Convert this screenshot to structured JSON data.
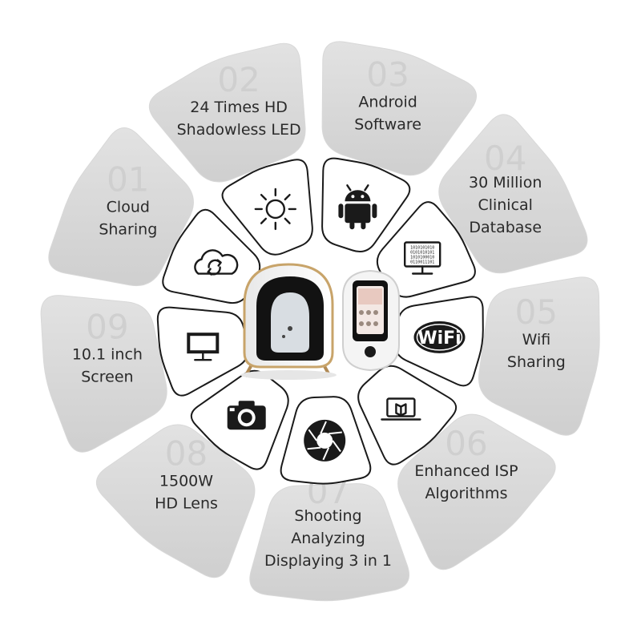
{
  "features": [
    {
      "id": "01",
      "lines": [
        "Cloud",
        "Sharing"
      ],
      "icon": "cloud-sync-icon"
    },
    {
      "id": "02",
      "lines": [
        "24 Times HD",
        "Shadowless LED"
      ],
      "icon": "sun-icon"
    },
    {
      "id": "03",
      "lines": [
        "Android",
        "Software"
      ],
      "icon": "android-icon"
    },
    {
      "id": "04",
      "lines": [
        "30 Million",
        "Clinical",
        "Database"
      ],
      "icon": "database-monitor-icon"
    },
    {
      "id": "05",
      "lines": [
        "Wifi",
        "Sharing"
      ],
      "icon": "wifi-icon"
    },
    {
      "id": "06",
      "lines": [
        "Enhanced ISP",
        "Algorithms"
      ],
      "icon": "laptop-icon"
    },
    {
      "id": "07",
      "lines": [
        "Shooting",
        "Analyzing",
        "Displaying 3 in 1"
      ],
      "icon": "aperture-icon"
    },
    {
      "id": "08",
      "lines": [
        "1500W",
        "HD Lens"
      ],
      "icon": "camera-icon"
    },
    {
      "id": "09",
      "lines": [
        "10.1 inch",
        "Screen"
      ],
      "icon": "monitor-icon"
    }
  ],
  "center_icons": {
    "wifi_text": "WiFi",
    "binary_lines": [
      "1010101010",
      "0101010101",
      "1010100010",
      "0110011101"
    ]
  },
  "colors": {
    "card": "#d9d9d9",
    "ink": "#1a1a1a",
    "number": "#cfcfcf"
  }
}
